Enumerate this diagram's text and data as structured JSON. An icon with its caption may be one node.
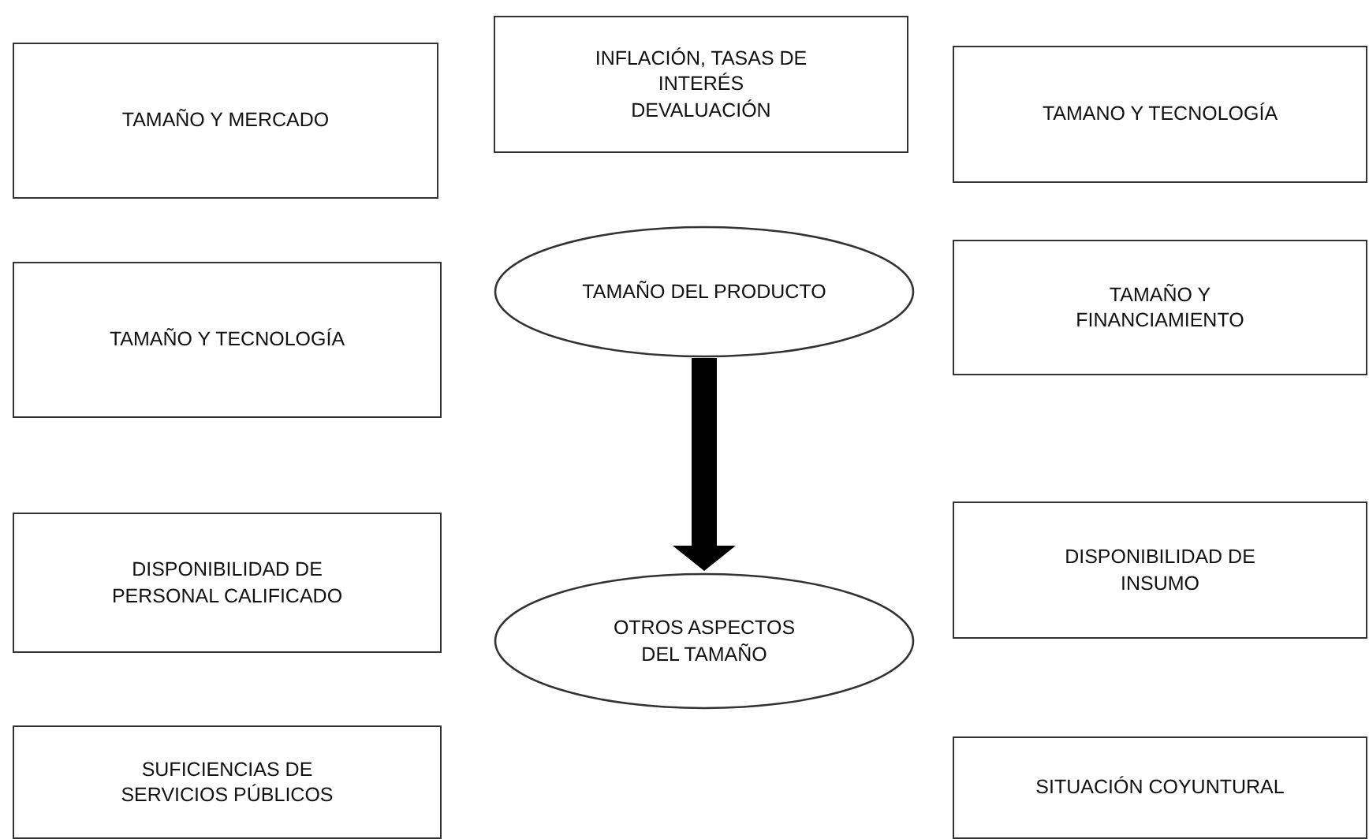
{
  "diagram": {
    "nodes": [
      {
        "text": [
          "TAMAÑO Y MERCADO"
        ]
      },
      {
        "text": [
          "INFLACIÓN, TASAS DE INTERÉS DEVALUACIÓN"
        ]
      },
      {
        "text": [
          "TAMANO Y TECNOLOGÍA"
        ]
      },
      {
        "text": [
          "TAMAÑO Y TECNOLOGÍA"
        ]
      },
      {
        "text": [
          "TAMAÑO DEL PRODUCTO"
        ]
      },
      {
        "text": [
          "TAMAÑO Y FINANCIAMIENTO"
        ]
      },
      {
        "text": [
          "DISPONIBILIDAD DE PERSONAL CALIFICADO"
        ]
      },
      {
        "text": [
          "DISPONIBILIDAD DE INSUMO"
        ]
      },
      {
        "text": [
          "OTROS ASPECTOS DEL TAMAÑO"
        ]
      },
      {
        "text": [
          "SUFICIENCIAS DE SERVICIOS PÚBLICOS"
        ]
      },
      {
        "text": [
          "SITUACIÓN COYUNTURAL"
        ]
      }
    ],
    "edges": [
      {
        "from": 4,
        "to": 8,
        "arrow": "to"
      }
    ]
  }
}
